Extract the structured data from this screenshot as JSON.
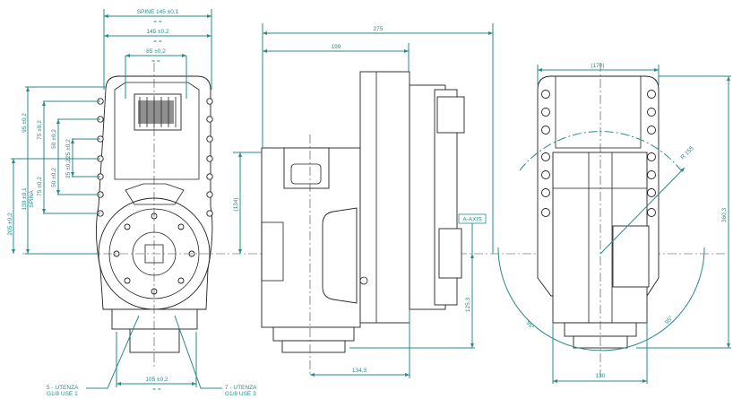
{
  "front_view": {
    "dims": {
      "spine_width": "SPINE 145 ±0,1",
      "width_145": "145 ±0,2",
      "width_85": "85 ±0,2",
      "sym": "= =",
      "h95": "95 ±0,2",
      "h75_top": "75 ±0,2",
      "h50_top": "50 ±0,2",
      "h25_top": "25 ±0,2",
      "h25_bot": "25 ±0,2",
      "h50_bot": "50 ±0,2",
      "h75_bot": "75 ±0,2",
      "h130": "130 ±0,1",
      "spina": "SPINA",
      "h205": "205 ±0,2",
      "w105": "105 ±0,2"
    },
    "callouts": {
      "left_line1": "5 - UTENZA",
      "left_line2": "G1/8 USE 1",
      "right_line1": "7 - UTENZA",
      "right_line2": "G1/8 USE 3"
    }
  },
  "side_view": {
    "dims": {
      "w275": "275",
      "w199": "199",
      "h134": "(134)",
      "axis_label": "A-AXIS",
      "h125": "125,3",
      "w134": "134,3"
    }
  },
  "rear_view": {
    "dims": {
      "w170": "(170)",
      "radius": "R 155",
      "h360": "360,3",
      "angle_left": "95°",
      "angle_right": "95°",
      "w130": "130"
    }
  },
  "colors": {
    "dimension": "#2a8a8a",
    "outline": "#222222"
  }
}
